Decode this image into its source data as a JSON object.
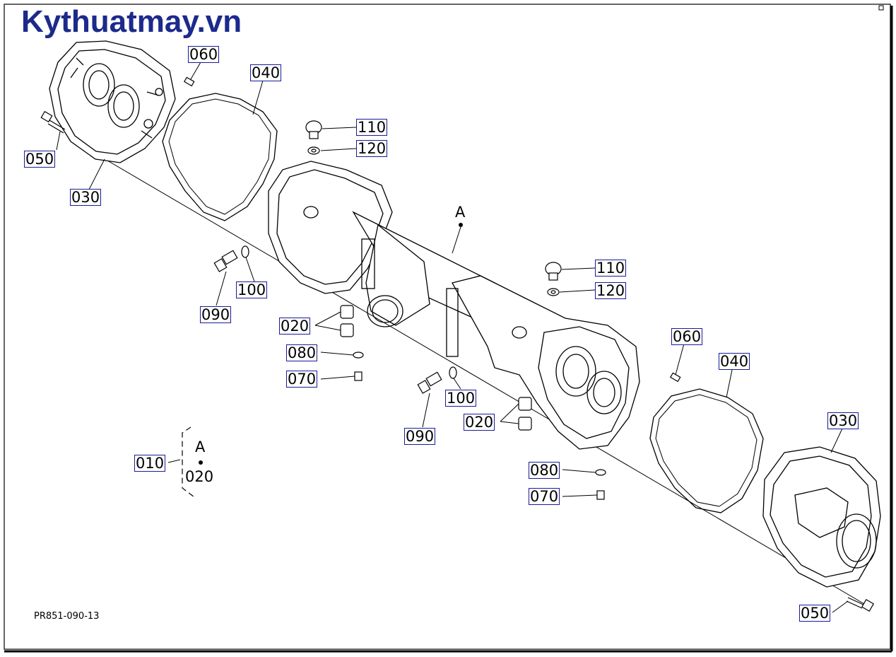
{
  "watermark": "Kythuatmay.vn",
  "drawing_code": "PR851-090-13",
  "section_marker": "A",
  "callouts": {
    "c060_left": "060",
    "c040_left": "040",
    "c050_left": "050",
    "c030_left": "030",
    "c110_top": "110",
    "c120_top": "120",
    "c100_left": "100",
    "c090_left": "090",
    "c020_left": "020",
    "c080_left": "080",
    "c070_left": "070",
    "c110_right": "110",
    "c120_right": "120",
    "c060_right": "060",
    "c040_right": "040",
    "c100_right": "100",
    "c090_right": "090",
    "c020_right": "020",
    "c080_right": "080",
    "c070_right": "070",
    "c030_right": "030",
    "c050_right": "050",
    "c010": "010"
  },
  "assembly_note": {
    "marker": "A",
    "part": "020"
  },
  "colors": {
    "callout_border": "#1a1a9a",
    "watermark": "#1c2a8c",
    "line": "#000000"
  }
}
